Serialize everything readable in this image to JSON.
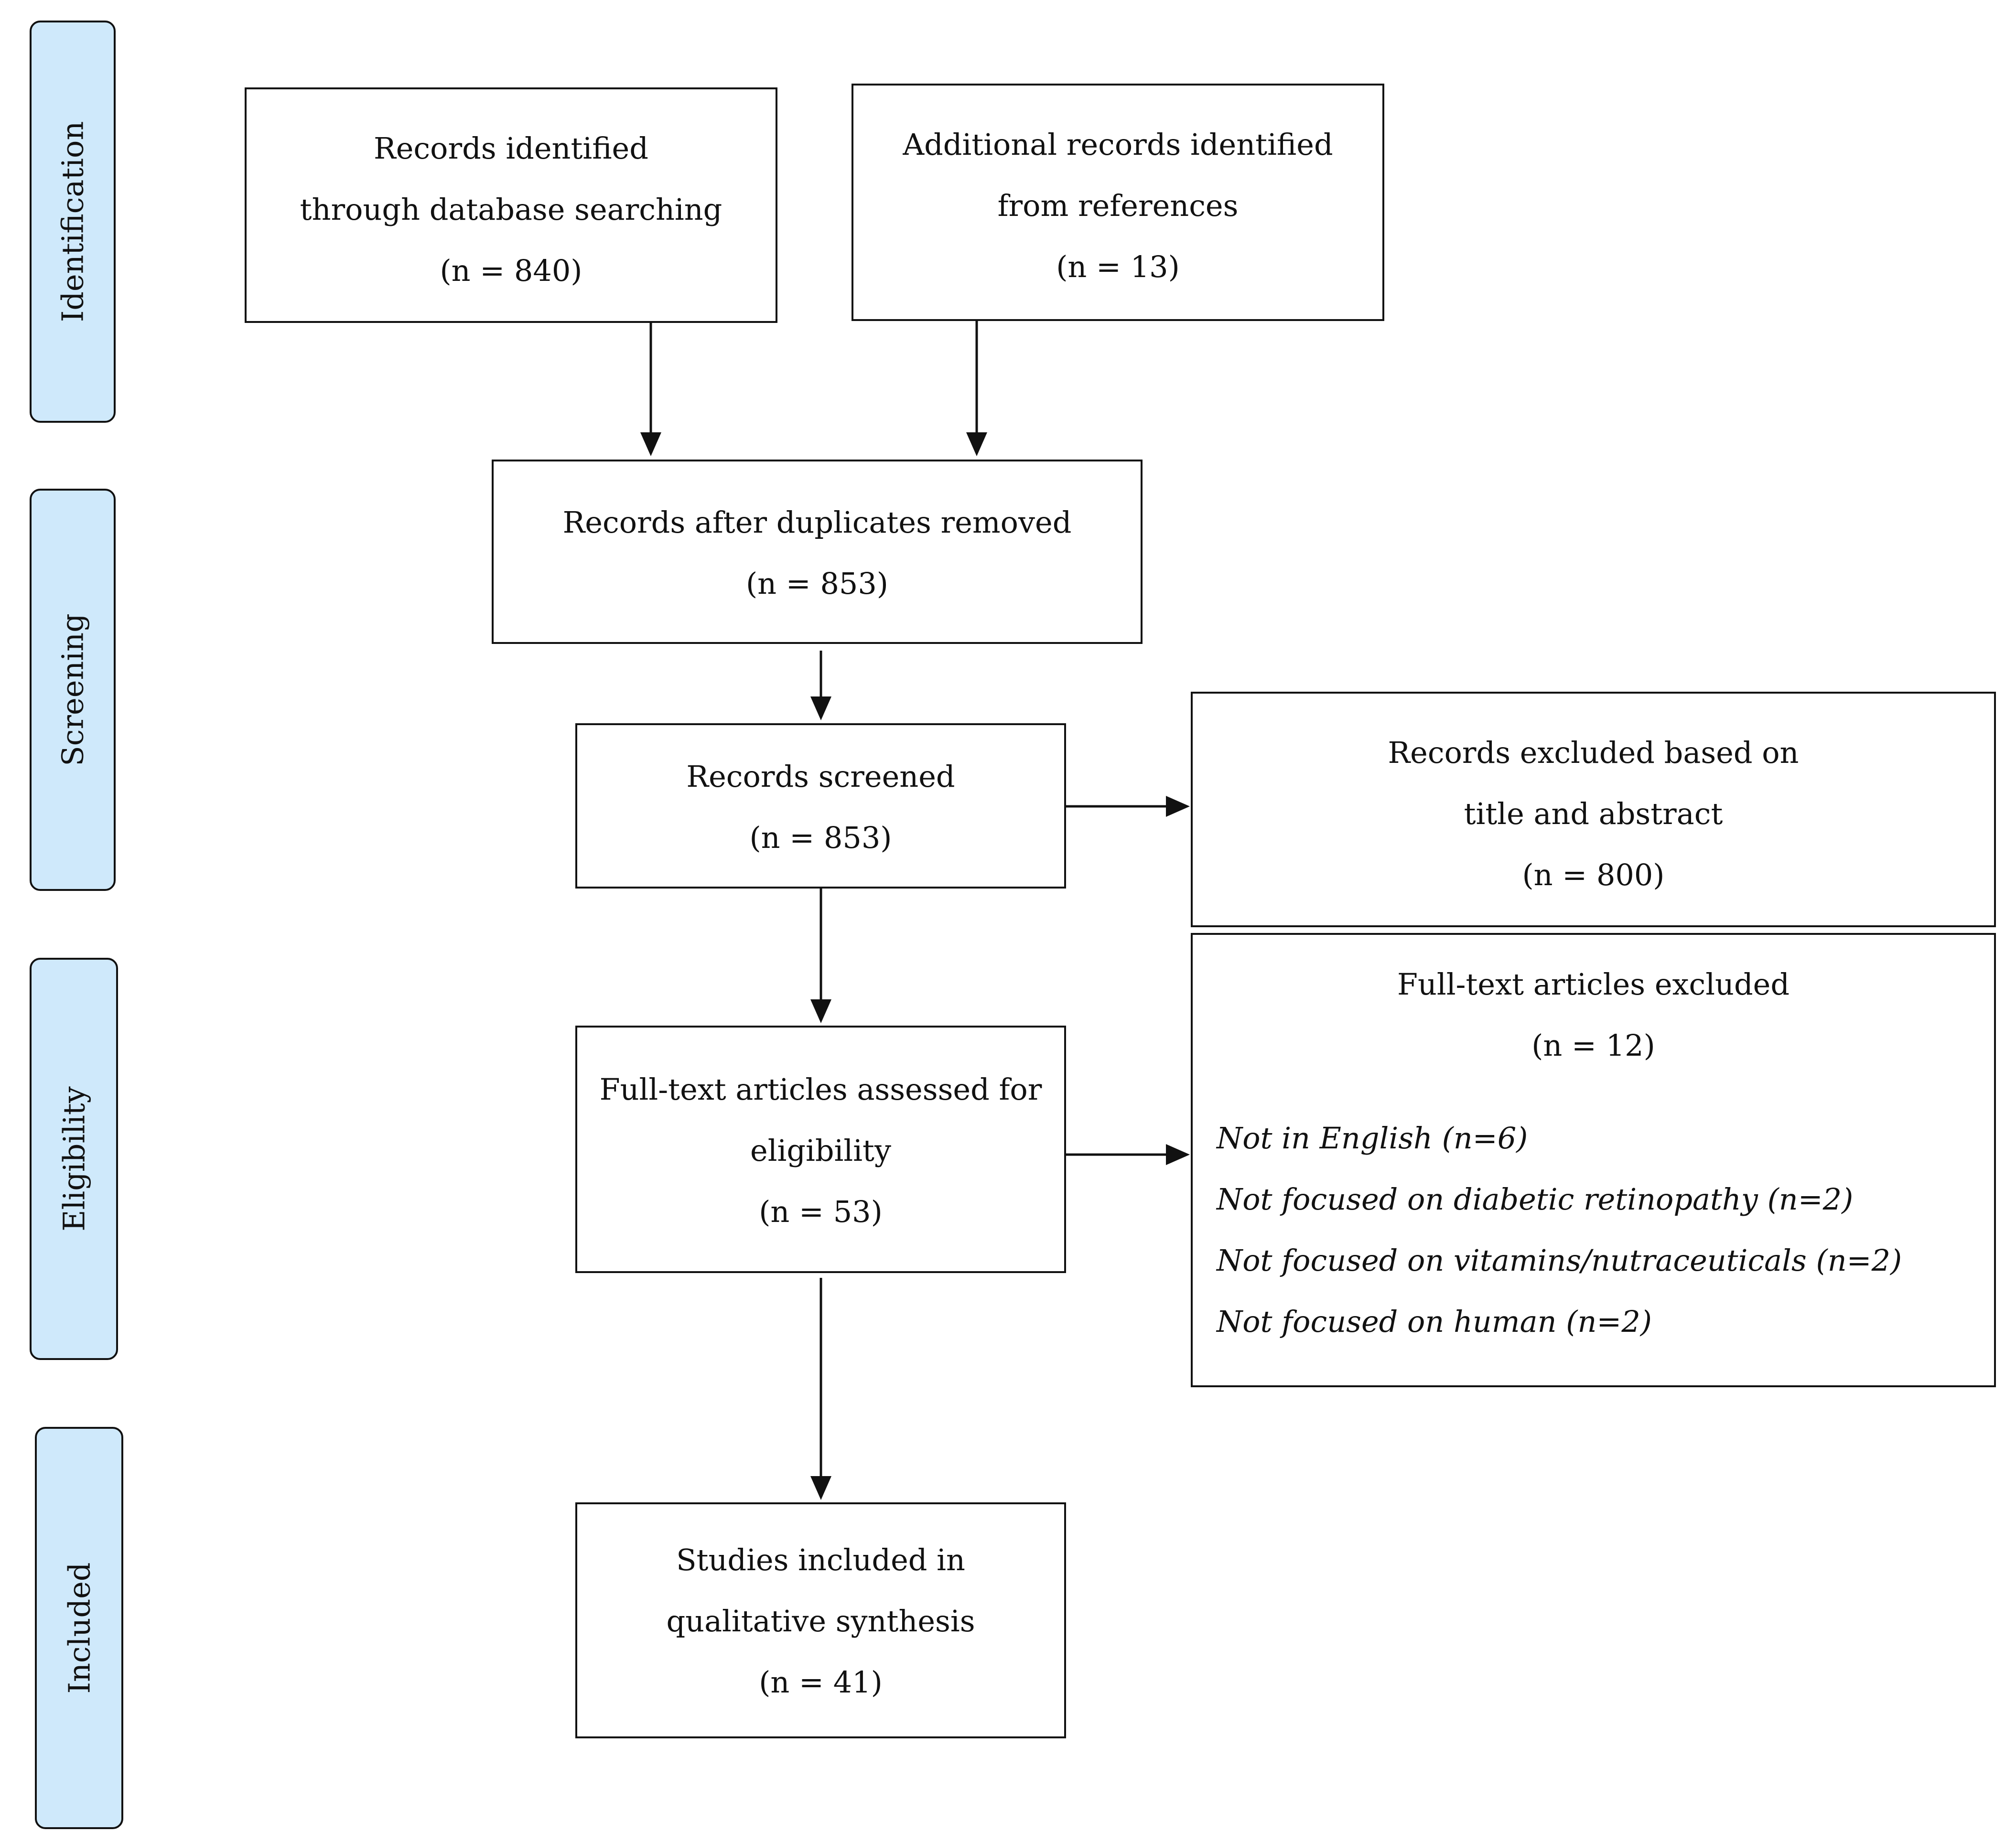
{
  "stages": {
    "identification": "Identification",
    "screening": "Screening",
    "eligibility": "Eligibility",
    "included": "Included"
  },
  "boxes": {
    "database": {
      "line1": "Records identified",
      "line2": "through database searching",
      "count": "(n = 840)"
    },
    "additional": {
      "line1": "Additional records identified",
      "line2": "from references",
      "count": "(n = 13)"
    },
    "deduplicated": {
      "line1": "Records after duplicates removed",
      "count": "(n = 853)"
    },
    "screened": {
      "line1": "Records screened",
      "count": "(n = 853)"
    },
    "excluded_title": {
      "line1": "Records excluded based on",
      "line2": "title and abstract",
      "count": "(n = 800)"
    },
    "fulltext_assessed": {
      "line1": "Full-text articles assessed for",
      "line2": "eligibility",
      "count": "(n = 53)"
    },
    "fulltext_excluded": {
      "line1": "Full-text articles excluded",
      "count": "(n = 12)",
      "reasons": [
        "Not in English (n=6)",
        "Not focused on diabetic retinopathy (n=2)",
        "Not focused on vitamins/nutraceuticals (n=2)",
        "Not focused on human (n=2)"
      ]
    },
    "included": {
      "line1": "Studies included in",
      "line2": "qualitative synthesis",
      "count": "(n = 41)"
    }
  },
  "colors": {
    "stage_fill": "#cfe9fb",
    "stroke": "#111111"
  }
}
